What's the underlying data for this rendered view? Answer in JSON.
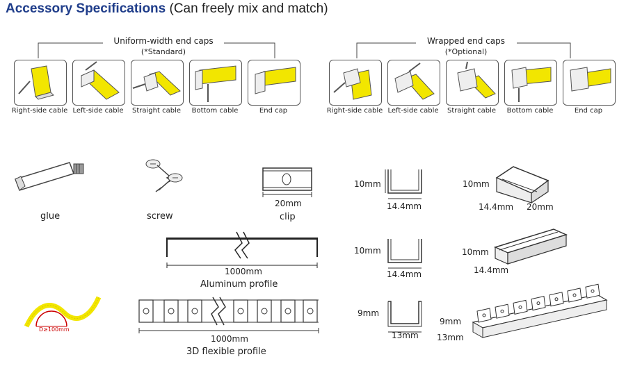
{
  "title": {
    "bold": "Accessory Specifications",
    "rest": " (Can freely mix and match)"
  },
  "uniform": {
    "heading": "Uniform-width end caps",
    "note": "(*Standard)",
    "items": [
      {
        "label": "Right-side cable"
      },
      {
        "label": "Left-side cable"
      },
      {
        "label": "Straight cable"
      },
      {
        "label": "Bottom cable"
      },
      {
        "label": "End cap"
      }
    ]
  },
  "wrapped": {
    "heading": "Wrapped end caps",
    "note": "(*Optional)",
    "items": [
      {
        "label": "Right-side cable"
      },
      {
        "label": "Left-side cable"
      },
      {
        "label": "Straight cable"
      },
      {
        "label": "Bottom cable"
      },
      {
        "label": "End cap"
      }
    ]
  },
  "accessories": {
    "glue": "glue",
    "screw": "screw",
    "clip": "clip",
    "clip_dim": "20mm",
    "aluminum_length": "1000mm",
    "aluminum_label": "Aluminum profile",
    "flex_length": "1000mm",
    "flex_label": "3D flexible profile",
    "bend_radius": "D≥100mm"
  },
  "profiles": {
    "p1": {
      "h": "10mm",
      "w": "14.4mm"
    },
    "p2": {
      "h": "10mm",
      "w": "14.4mm",
      "l": "20mm"
    },
    "p3": {
      "h": "10mm",
      "w": "14.4mm"
    },
    "p4": {
      "h": "10mm",
      "w": "14.4mm"
    },
    "p5": {
      "h": "9mm",
      "w": "13mm"
    },
    "p6": {
      "h": "9mm",
      "w": "13mm"
    }
  },
  "colors": {
    "title": "#1f3d8a",
    "led_yellow": "#f2e600",
    "line": "#333333"
  }
}
